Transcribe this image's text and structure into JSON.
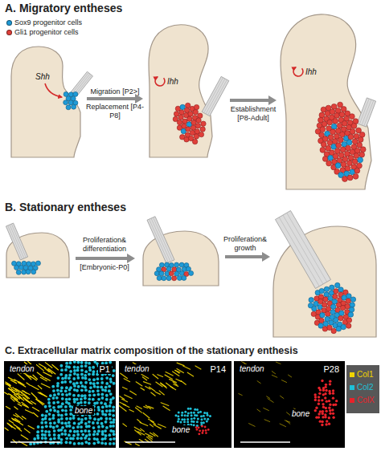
{
  "diagram": {
    "nodes": [
      {
        "text": [
          "Shh"
        ]
      },
      {
        "text": [
          "Ihh"
        ]
      },
      {
        "text": [
          "Ihh"
        ]
      },
      {
        "text": [
          "tendon",
          "P1",
          "bone"
        ]
      },
      {
        "text": [
          "tendon",
          "P14",
          "bone"
        ]
      },
      {
        "text": [
          "tendon",
          "P28",
          "bone"
        ]
      }
    ],
    "edges": [
      {
        "from": 0,
        "to": 1,
        "arrow": "to"
      },
      {
        "from": 1,
        "to": 2,
        "arrow": "to"
      }
    ],
    "labels": [
      "A. Migratory entheses",
      "Migration [P2>]",
      "Replacement [P4-P8]",
      "Establishment [P8-Adult]",
      "B. Stationary entheses",
      "Proliferation& differentiation",
      "[Embryonic-P0]",
      "Proliferation& growth",
      "C. Extracellular matrix composition of the stationary enthesis"
    ],
    "legend": [
      {
        "text": "Sox9 progenitor cells",
        "color": "#1f9ad6"
      },
      {
        "text": "Gli1 progenitor cells",
        "color": "#e0403a"
      },
      {
        "text": "Col1",
        "color": "#f0d400"
      },
      {
        "text": "Col2",
        "color": "#1fc0d8"
      },
      {
        "text": "ColX",
        "color": "#e8222a"
      }
    ]
  }
}
